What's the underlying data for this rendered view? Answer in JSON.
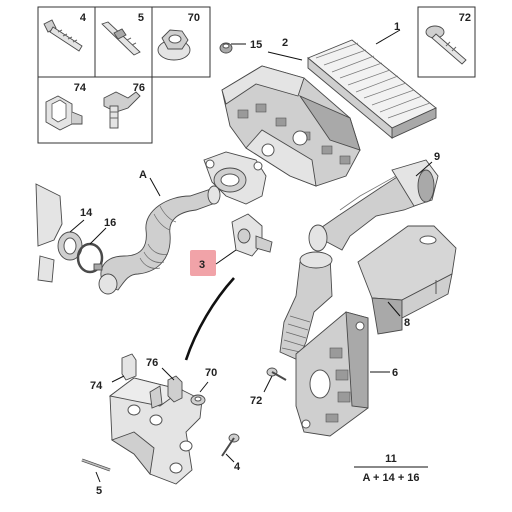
{
  "legend_box": {
    "cells": [
      {
        "id": "cell-4",
        "label": "4"
      },
      {
        "id": "cell-5",
        "label": "5"
      },
      {
        "id": "cell-70",
        "label": "70"
      },
      {
        "id": "cell-74",
        "label": "74"
      },
      {
        "id": "cell-76",
        "label": "76"
      }
    ],
    "cell_72": {
      "label": "72"
    }
  },
  "callouts": {
    "c15": "15",
    "c2": "2",
    "c1": "1",
    "c9": "9",
    "cA": "A",
    "c14": "14",
    "c16": "16",
    "c3": "3",
    "c8": "8",
    "c6": "6",
    "c72": "72",
    "c76": "76",
    "c74": "74",
    "c70": "70",
    "c4": "4",
    "c5": "5",
    "kit_number": "11",
    "kit_formula": "A + 14 + 16"
  },
  "colors": {
    "highlight": "#f1a3a8",
    "part_grey": "#cfcfcf",
    "outline": "#4a4a4a"
  }
}
